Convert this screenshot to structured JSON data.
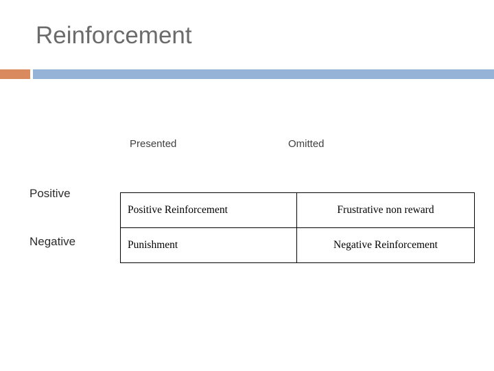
{
  "slide": {
    "title": "Reinforcement",
    "accent_color": "#d98b5f",
    "bar_color": "#95b3d7",
    "title_color": "#6b6b6b"
  },
  "matrix": {
    "column_headers": [
      "Presented",
      "Omitted"
    ],
    "row_labels": [
      "Positive",
      "Negative"
    ],
    "cells": [
      [
        "Positive Reinforcement",
        "Frustrative non reward"
      ],
      [
        "Punishment",
        "Negative Reinforcement"
      ]
    ]
  }
}
